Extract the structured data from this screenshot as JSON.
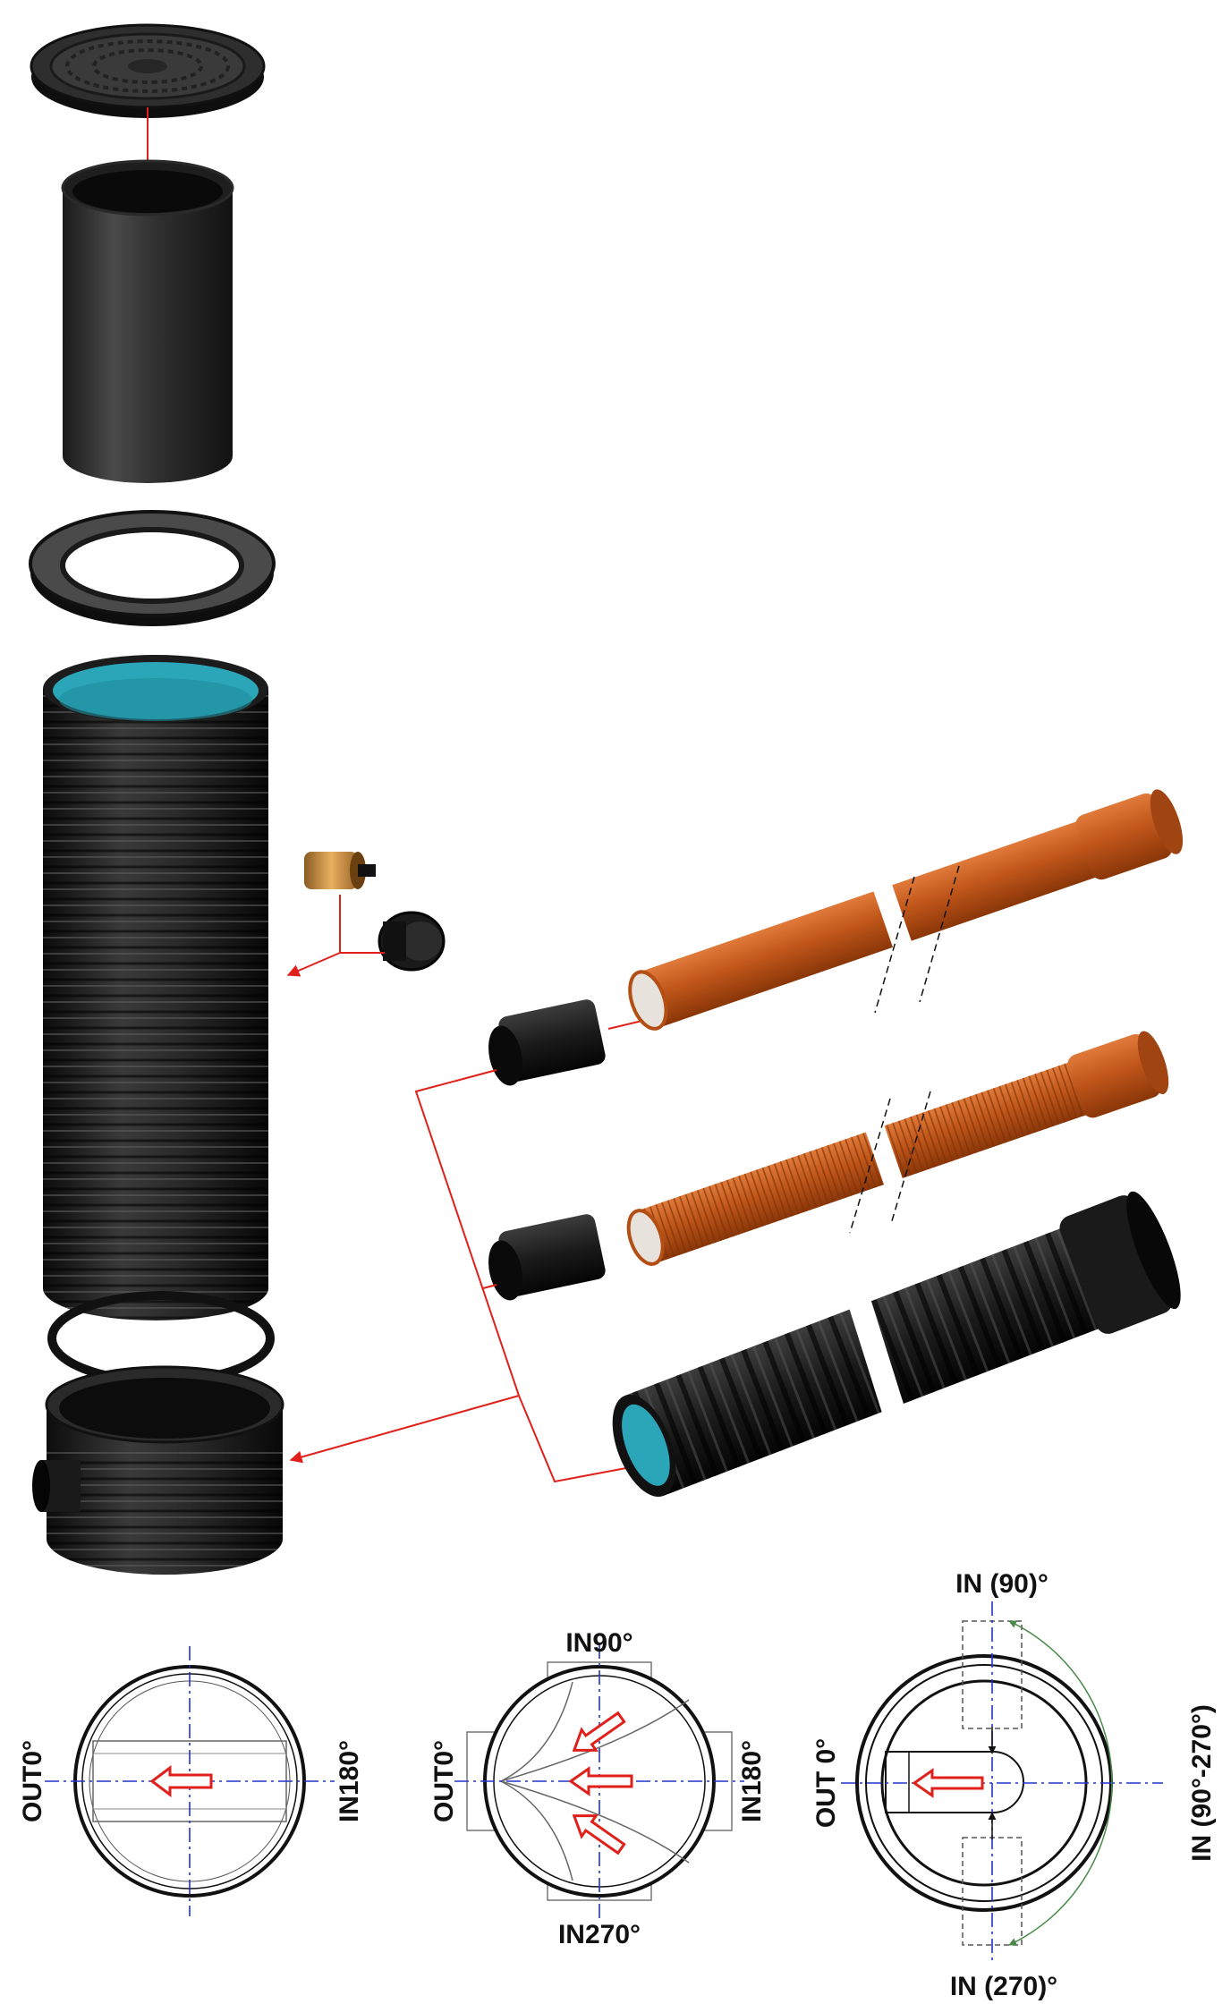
{
  "labels": {
    "d1_left": "OUT0°",
    "d1_right": "IN180°",
    "d2_top": "IN90°",
    "d2_left": "OUT0°",
    "d2_right": "IN180°",
    "d2_bottom": "IN270°",
    "d3_top": "IN (90)°",
    "d3_left": "OUT 0°",
    "d3_right": "IN (90°-270°)",
    "d3_bottom": "IN (270)°"
  },
  "colors": {
    "pipe_black": "#1b1b1b",
    "pipe_teal": "#2aa6b8",
    "pipe_orange": "#c0561a",
    "leader_red": "#e0201a",
    "axis_blue": "#2233cc",
    "arc_green": "#4a8a4a",
    "brass": "#c88a3a"
  },
  "icons": [
    "manhole-cover-icon",
    "telescopic-tube-icon",
    "seal-ring-icon",
    "corrugated-riser-icon",
    "brass-insert-icon",
    "blind-plug-icon",
    "adapter-coupling-icon",
    "smooth-pipe-icon",
    "ribbed-pipe-icon",
    "corrugated-pipe-icon",
    "chamber-base-icon",
    "arrow-icon"
  ]
}
